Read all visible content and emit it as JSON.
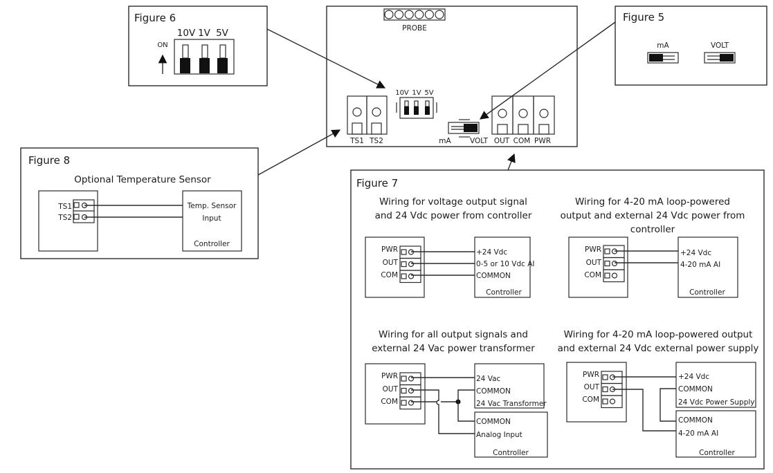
{
  "board": {
    "probe_label": "PROBE",
    "probe_pins": 6,
    "dip_labels": [
      "10V",
      "1V",
      "5V"
    ],
    "jumper_labels": {
      "left": "mA",
      "right": "VOLT"
    },
    "terminals_left": [
      "TS1",
      "TS2"
    ],
    "terminals_right": [
      "OUT",
      "COM",
      "PWR"
    ]
  },
  "figure6": {
    "title": "Figure 6",
    "switch_labels": [
      "10V",
      "1V",
      "5V"
    ],
    "on_label": "ON"
  },
  "figure5": {
    "title": "Figure 5",
    "options": [
      "mA",
      "VOLT"
    ]
  },
  "figure8": {
    "title": "Figure 8",
    "heading": "Optional Temperature Sensor",
    "terminals": [
      "TS1",
      "TS2"
    ],
    "controller_lines": [
      "Temp. Sensor",
      "Input"
    ],
    "controller_label": "Controller"
  },
  "figure7": {
    "title": "Figure 7",
    "panels": [
      {
        "heading": [
          "Wiring for voltage output signal",
          "and 24 Vdc power from controller"
        ],
        "terminals": [
          "PWR",
          "OUT",
          "COM"
        ],
        "box1_lines": [
          "+24 Vdc",
          "0-5 or 10 Vdc AI",
          "COMMON"
        ],
        "box1_label": "Controller"
      },
      {
        "heading": [
          "Wiring for 4-20 mA loop-powered",
          "output and external 24 Vdc power from",
          "controller"
        ],
        "terminals": [
          "PWR",
          "OUT",
          "COM"
        ],
        "box1_lines": [
          "+24 Vdc",
          "4-20 mA AI"
        ],
        "box1_label": "Controller"
      },
      {
        "heading": [
          "Wiring for all output signals and",
          "external 24 Vac power transformer"
        ],
        "terminals": [
          "PWR",
          "OUT",
          "COM"
        ],
        "box1_lines": [
          "24 Vac",
          "COMMON",
          "24 Vac Transformer"
        ],
        "box2_lines": [
          "COMMON",
          "Analog Input"
        ],
        "box2_label": "Controller"
      },
      {
        "heading": [
          "Wiring for 4-20 mA loop-powered output",
          "and external 24 Vdc external power supply"
        ],
        "terminals": [
          "PWR",
          "OUT",
          "COM"
        ],
        "box1_lines": [
          "+24 Vdc",
          "COMMON",
          "24 Vdc Power Supply"
        ],
        "box2_lines": [
          "COMMON",
          "4-20 mA AI"
        ],
        "box2_label": "Controller"
      }
    ]
  }
}
